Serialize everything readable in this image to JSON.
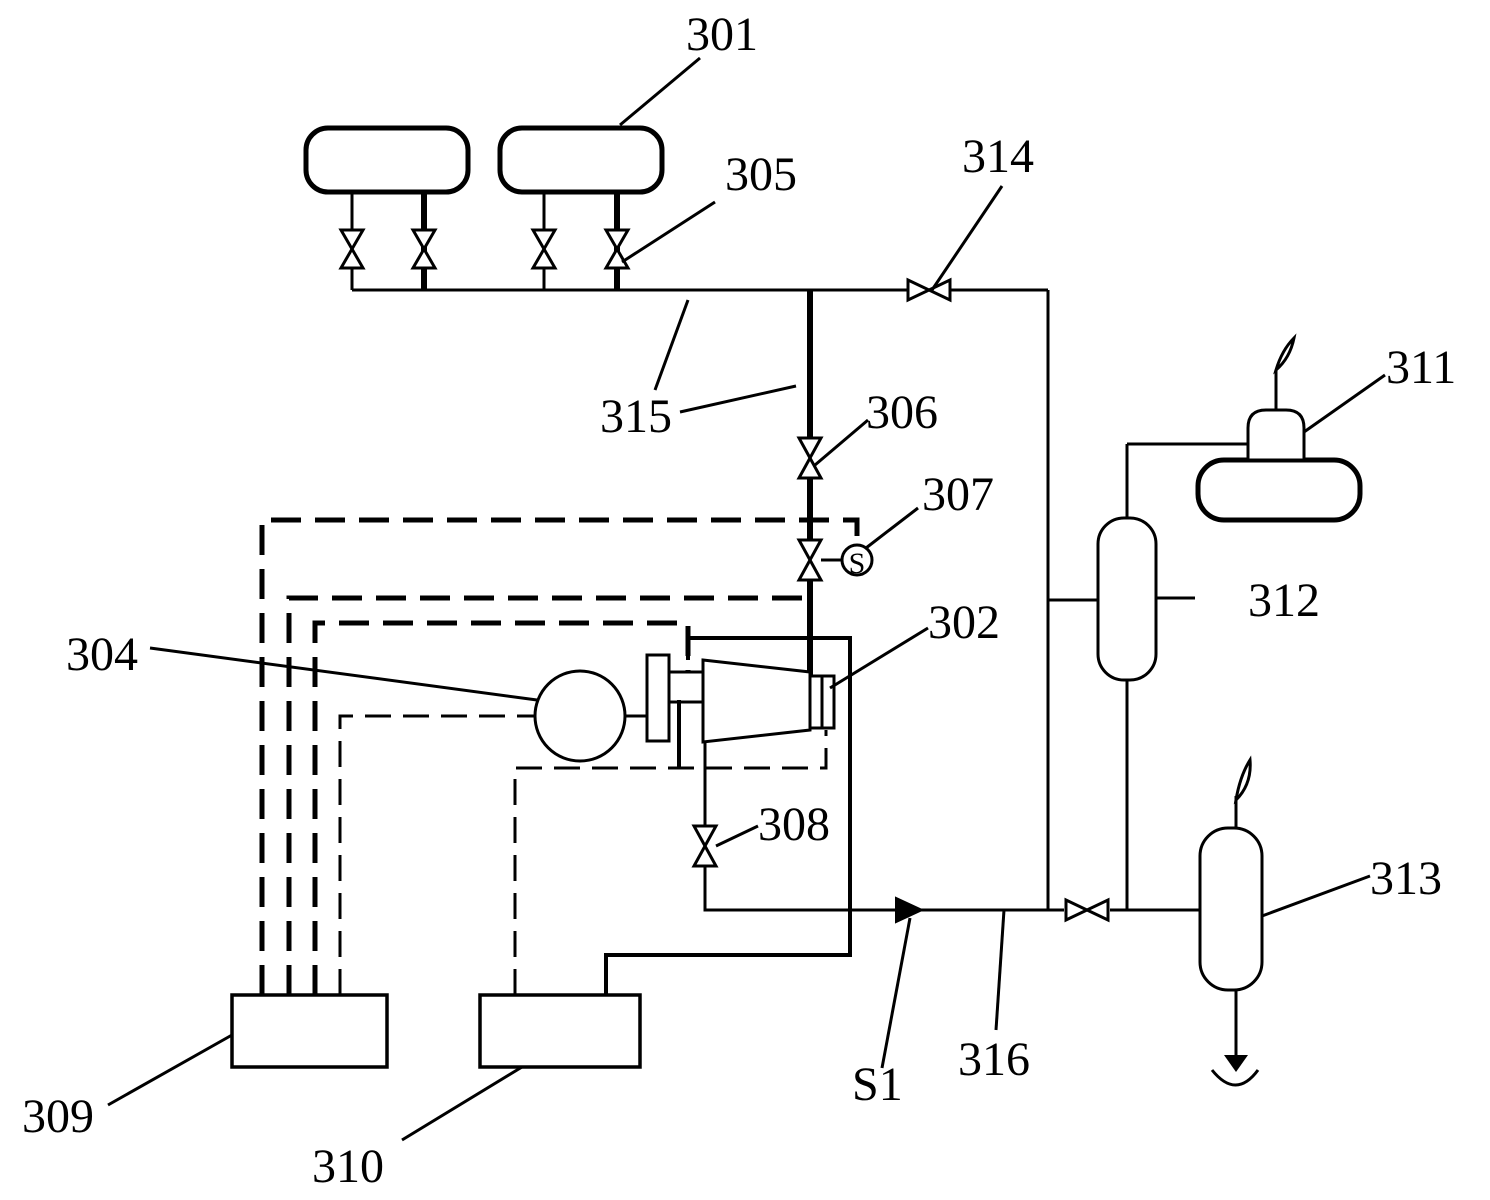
{
  "labels": {
    "n301": "301",
    "n302": "302",
    "n304": "304",
    "n305": "305",
    "n306": "306",
    "n307": "307",
    "n308": "308",
    "n309": "309",
    "n310": "310",
    "n311": "311",
    "n312": "312",
    "n313": "313",
    "n314": "314",
    "n315": "315",
    "n316": "316",
    "s1": "S1",
    "meter_symbol": "S"
  }
}
